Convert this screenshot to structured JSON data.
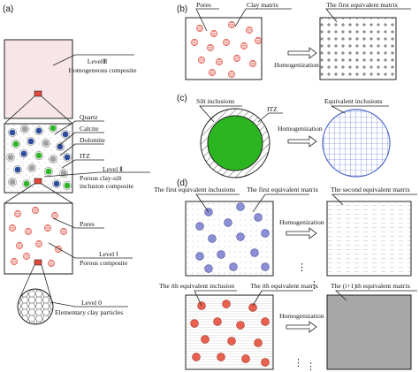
{
  "panels": {
    "a": "(a)",
    "b": "(b)",
    "c": "(c)",
    "d": "(d)"
  },
  "a": {
    "level3": [
      "LevelⅢ",
      "Homogeneous composite"
    ],
    "quartz": "Quartz",
    "calcite": "Calcite",
    "dolomite": "Dolomite",
    "itz": "ITZ",
    "level2": [
      "Level Ⅱ",
      "Porous clay-silt",
      "inclusion composite"
    ],
    "pores": "Pores",
    "level1": [
      "Level Ⅰ",
      "Porous composite"
    ],
    "level0": [
      "Level 0",
      "Elementary clay particles"
    ]
  },
  "b": {
    "pores": "Pores",
    "clay_matrix": "Clay matrix",
    "homogenization": "Homogenization",
    "first_equiv_matrix": "The first equivalent matrix"
  },
  "c": {
    "silt_inclusions": "Silt inclusions",
    "itz": "ITZ",
    "homogenization": "Homogenization",
    "equiv_inclusions": "Equivalent inclusions"
  },
  "d": {
    "first_equiv_inclusions": "The first equivalent inclusions",
    "first_equiv_matrix": "The first equivalent matrix",
    "homogenization_1": "Homogenization",
    "second_equiv_matrix": "The second equivalent matrix",
    "dots_1": "⋮",
    "dots_2": "⋮",
    "ith_inclusion": [
      "The ",
      "i",
      "th equivalent inclusion"
    ],
    "ith_matrix": [
      "The ",
      "i",
      "th equivalent matrix"
    ],
    "homogenization_2": "Homogenization",
    "i1_matrix": [
      "The (",
      "i",
      "+1)th equivalent matrix"
    ],
    "dots_3": "⋮",
    "dots_4": "⋮"
  },
  "colors": {
    "level3_fill": "#f7e5e8",
    "pore_red": "#e2473a",
    "quartz": "#2fb52b",
    "calcite": "#a0a0a0",
    "dolomite": "#2f4d9c",
    "silt_green": "#2bb520",
    "equiv_blue": "#4b63c8",
    "inclusion_purple": "#8a8fd6",
    "inclusion_red": "#e8614f",
    "final_gray": "#a7a7a7"
  }
}
